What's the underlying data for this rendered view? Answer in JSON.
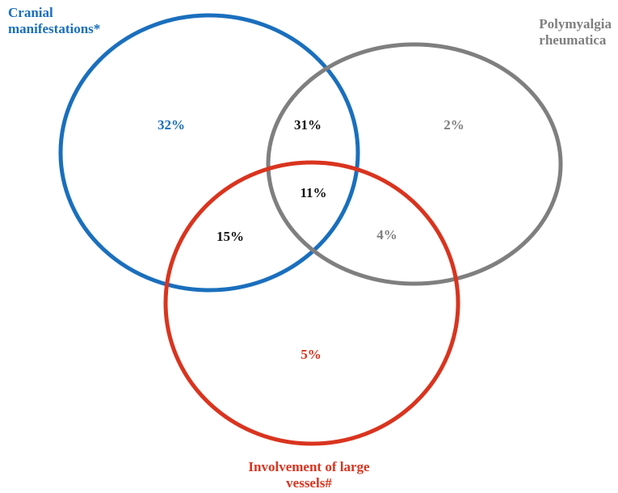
{
  "sets": {
    "cranial": {
      "title_line1": "Cranial",
      "title_line2": "manifestations*",
      "color": "#1a6fbd"
    },
    "pmr": {
      "title_line1": "Polymyalgia",
      "title_line2": "rheumatica",
      "color": "#7f7f7f"
    },
    "large_vessels": {
      "title_line1": "Involvement of large",
      "title_line2": "vessels#",
      "color": "#d9341f"
    }
  },
  "regions": {
    "cranial_only": "32%",
    "cranial_pmr": "31%",
    "pmr_only": "2%",
    "all_three": "11%",
    "cranial_large": "15%",
    "pmr_large": "4%",
    "large_only": "5%"
  },
  "label_colors": {
    "overlap": "#111111"
  }
}
